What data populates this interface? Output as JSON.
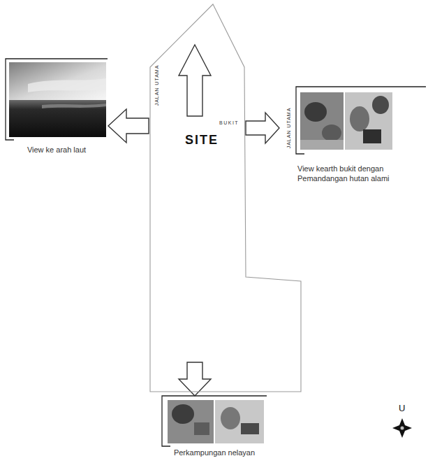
{
  "diagram": {
    "nodes": [
      {
        "text": [
          "SITE"
        ]
      },
      {
        "text": [
          "View ke arah laut"
        ]
      },
      {
        "text": [
          "View kearth bukit dengan Pemandangan hutan alami"
        ]
      },
      {
        "text": [
          "Perkampungan nelayan"
        ]
      }
    ],
    "edges": [
      {
        "from": 0,
        "to": 1,
        "arrow": "to"
      },
      {
        "from": 0,
        "to": 2,
        "arrow": "to"
      },
      {
        "from": 0,
        "to": 3,
        "arrow": "to"
      }
    ],
    "labels": [
      "BUKIT",
      "JALAN UTAMA",
      "JALAN UTAMA",
      "U"
    ]
  }
}
